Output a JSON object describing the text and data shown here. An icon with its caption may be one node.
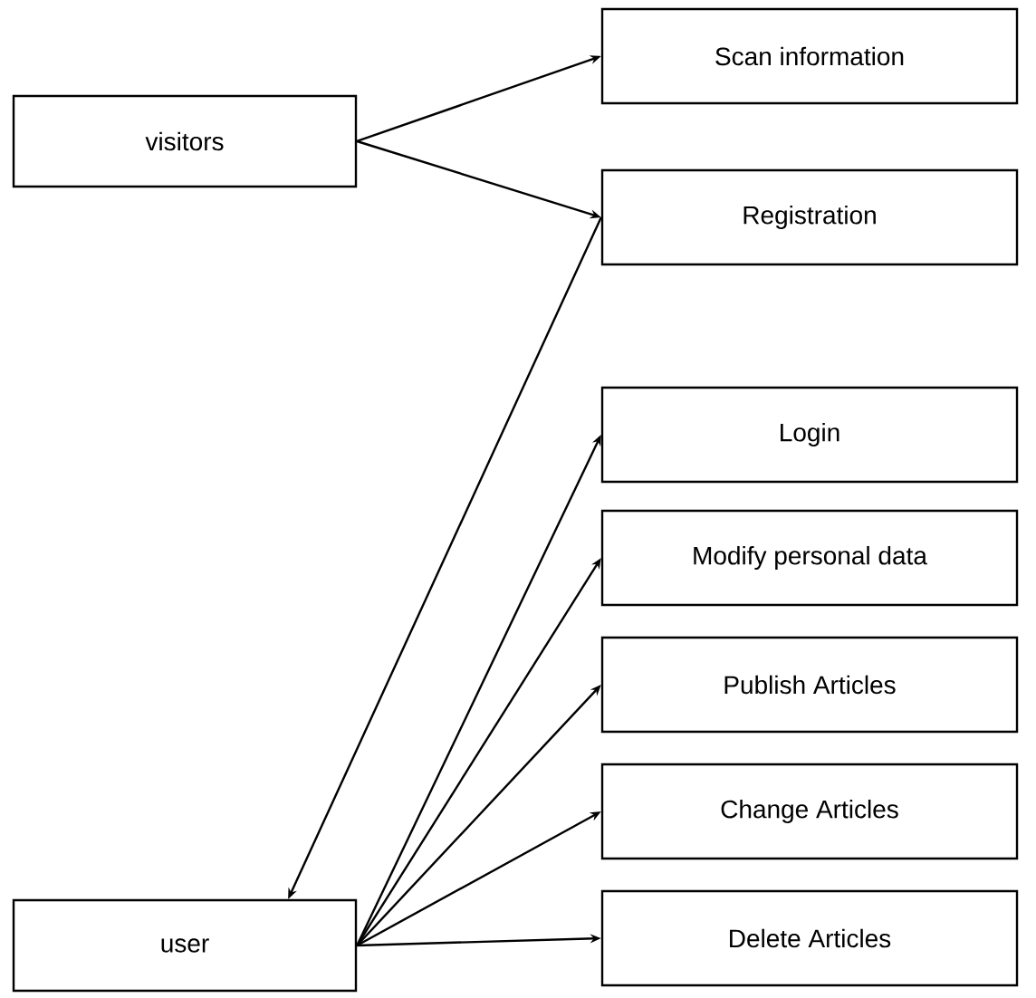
{
  "diagram": {
    "nodes": [
      {
        "text": [
          "visitors"
        ]
      },
      {
        "text": [
          "Scan information"
        ]
      },
      {
        "text": [
          "Registration"
        ]
      },
      {
        "text": [
          "Login"
        ]
      },
      {
        "text": [
          "Modify personal data"
        ]
      },
      {
        "text": [
          "Publish Articles"
        ]
      },
      {
        "text": [
          "Change Articles"
        ]
      },
      {
        "text": [
          "Delete Articles"
        ]
      },
      {
        "text": [
          "user"
        ]
      }
    ],
    "edges": [
      {
        "from": 0,
        "to": 1,
        "arrow": "to"
      },
      {
        "from": 0,
        "to": 2,
        "arrow": "to"
      },
      {
        "from": 2,
        "to": 8,
        "arrow": "to"
      },
      {
        "from": 8,
        "to": 3,
        "arrow": "to"
      },
      {
        "from": 8,
        "to": 4,
        "arrow": "to"
      },
      {
        "from": 8,
        "to": 5,
        "arrow": "to"
      },
      {
        "from": 8,
        "to": 6,
        "arrow": "to"
      },
      {
        "from": 8,
        "to": 7,
        "arrow": "to"
      }
    ]
  }
}
